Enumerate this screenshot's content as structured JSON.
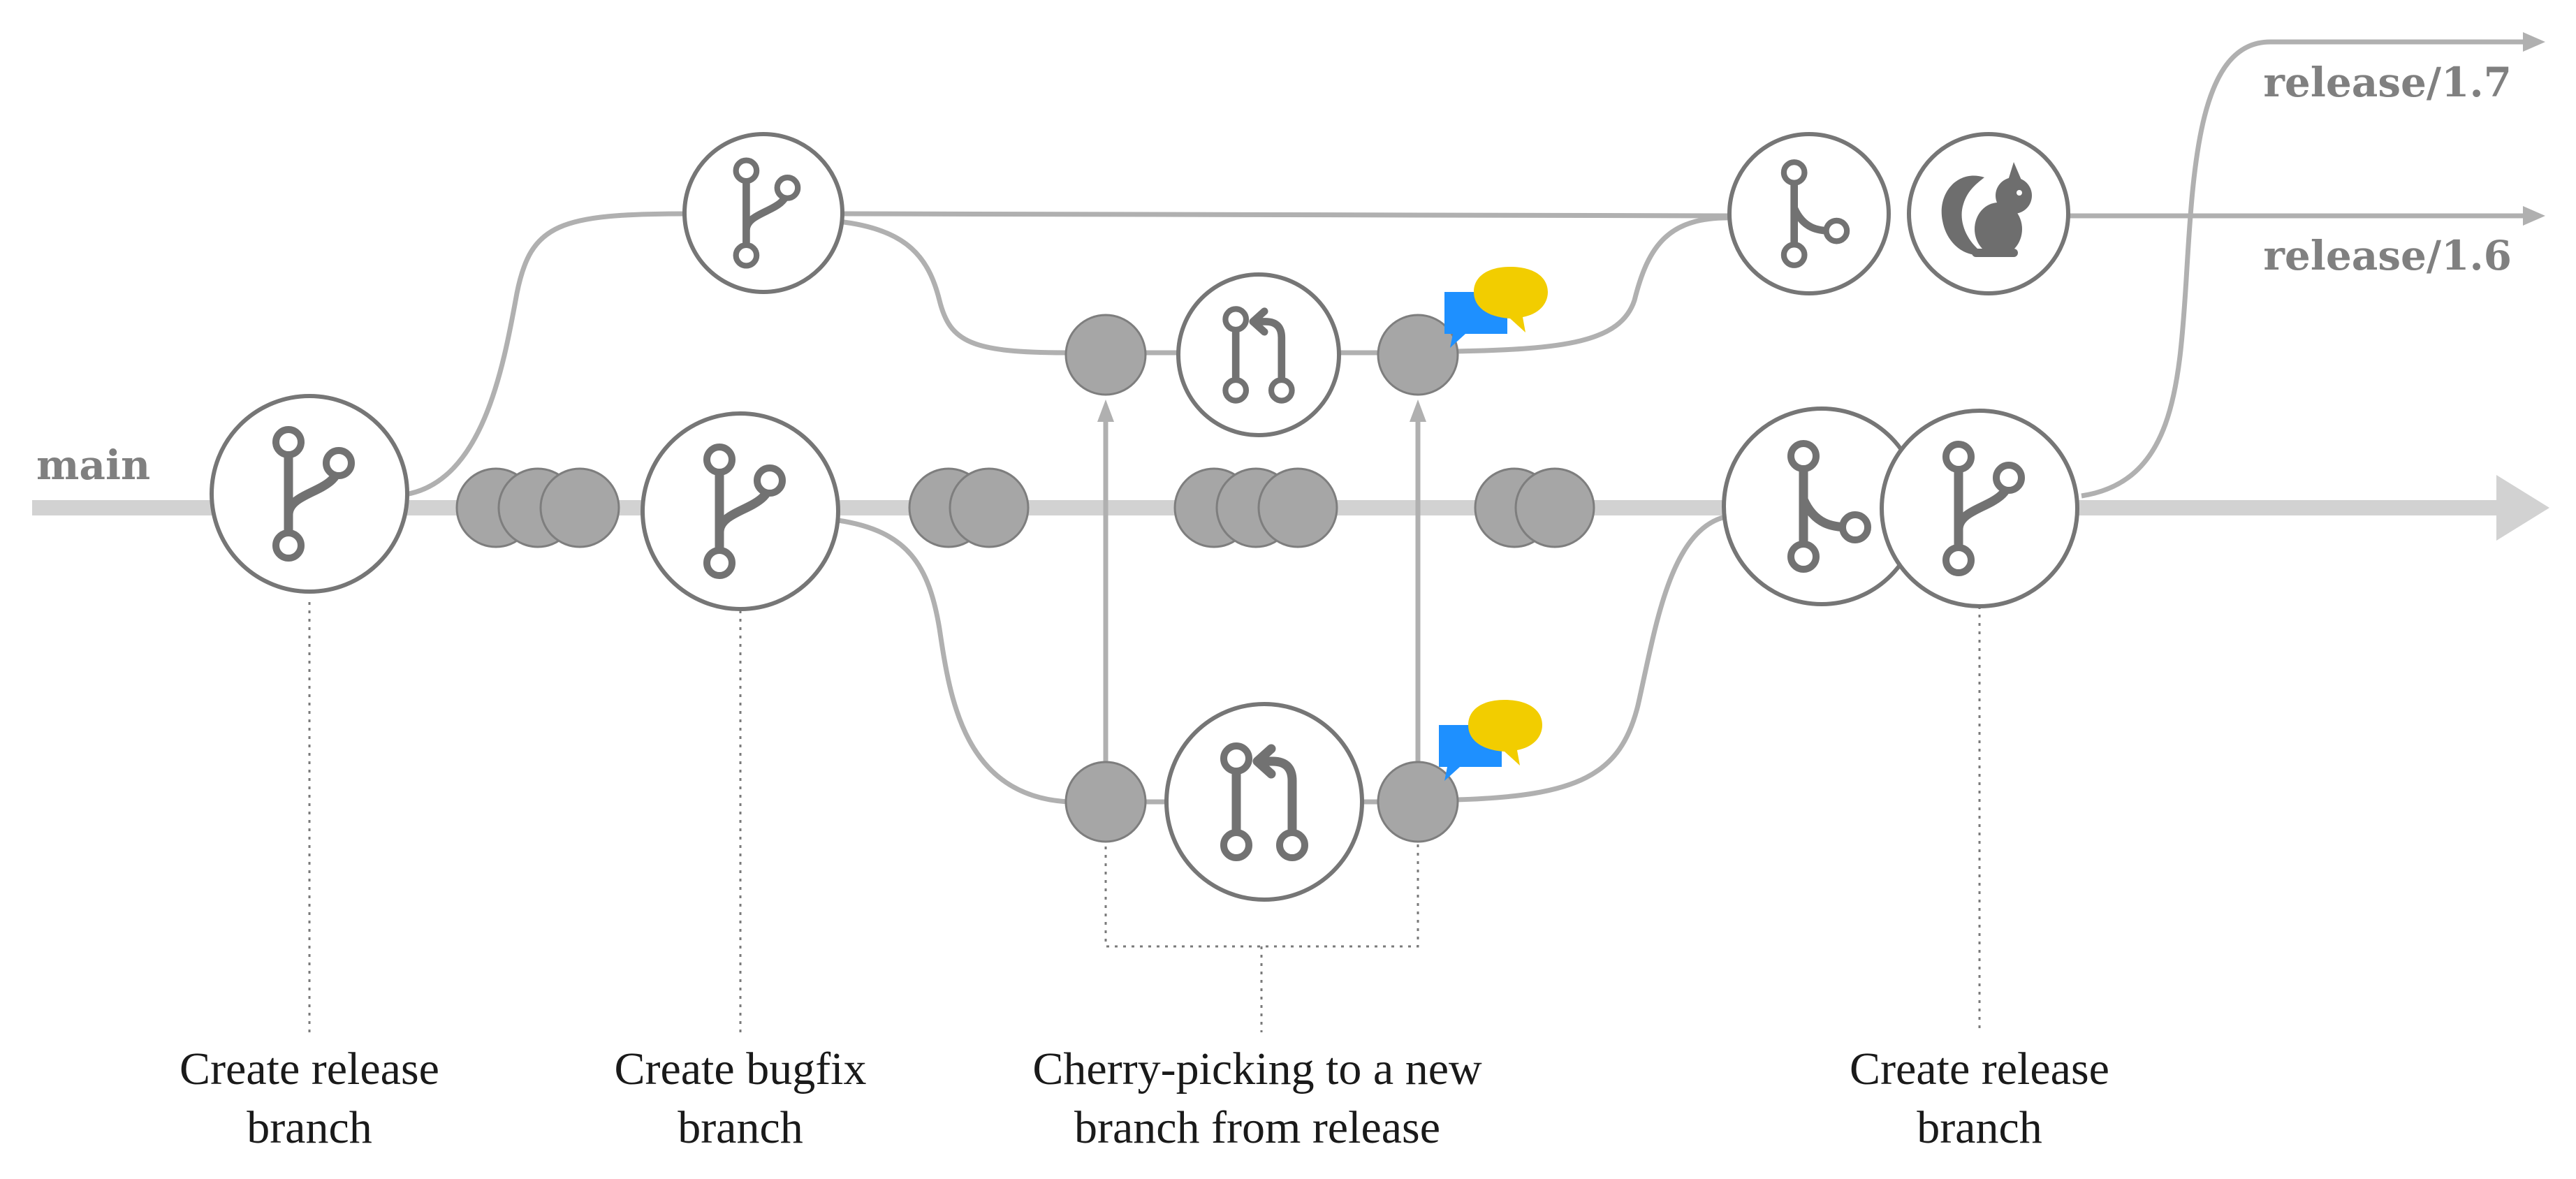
{
  "branches": {
    "main": "main",
    "release_17": "release/1.7",
    "release_16": "release/1.6"
  },
  "captions": {
    "create_release_1": [
      "Create release",
      "branch"
    ],
    "create_bugfix": [
      "Create bugfix",
      "branch"
    ],
    "cherry_pick": [
      "Cherry-picking to a new",
      "branch from release"
    ],
    "create_release_2": [
      "Create release",
      "branch"
    ]
  },
  "icons": {
    "branch": "git-branch-icon",
    "merge": "git-merge-icon",
    "pull_request": "pull-request-icon",
    "deploy": "squirrel-icon",
    "comment": "comment-bubbles-icon"
  },
  "colors": {
    "main_line": "#d2d2d2",
    "connector": "#b0b0b0",
    "node_border": "#767676",
    "commit": "#a6a6a6",
    "bubble_blue": "#1e90ff",
    "bubble_yellow": "#f2cd00"
  }
}
